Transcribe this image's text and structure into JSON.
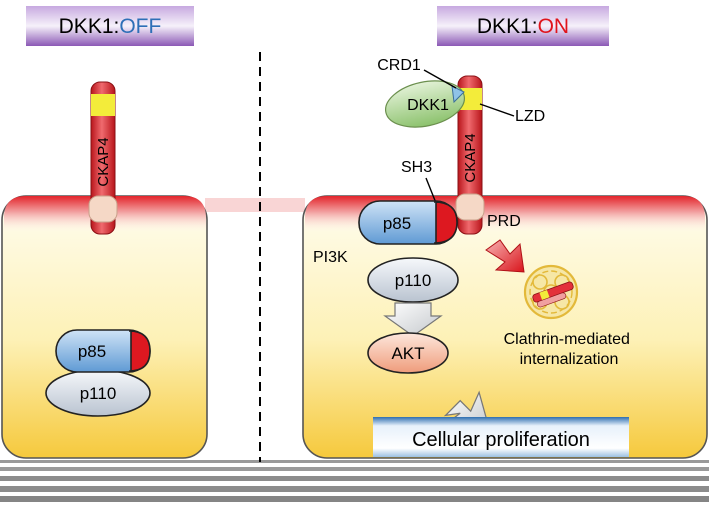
{
  "left_panel": {
    "title_prefix": "DKK1:",
    "title_state": "OFF",
    "receptor_label": "CKAP4",
    "p85_label": "p85",
    "p110_label": "p110"
  },
  "right_panel": {
    "title_prefix": "DKK1:",
    "title_state": "ON",
    "crd1_label": "CRD1",
    "dkk1_label": "DKK1",
    "lzd_label": "LZD",
    "receptor_label": "CKAP4",
    "sh3_label": "SH3",
    "p85_label": "p85",
    "prd_label": "PRD",
    "pi3k_label": "PI3K",
    "p110_label": "p110",
    "akt_label": "AKT",
    "internalization_line1": "Clathrin-mediated",
    "internalization_line2": "internalization",
    "proliferation_label": "Cellular proliferation"
  },
  "colors": {
    "off_accent": "#2e6fb7",
    "on_accent": "#e0141c",
    "membrane_red": "#e3242b",
    "receptor_yellow": "#f3ec3a",
    "p85_blue": "#7fb2e0",
    "p110_grey": "#d3dae3",
    "akt_peach": "#f6c1a6",
    "dkk1_green": "#a9d18e",
    "title_purple": "#9b6bc0"
  }
}
